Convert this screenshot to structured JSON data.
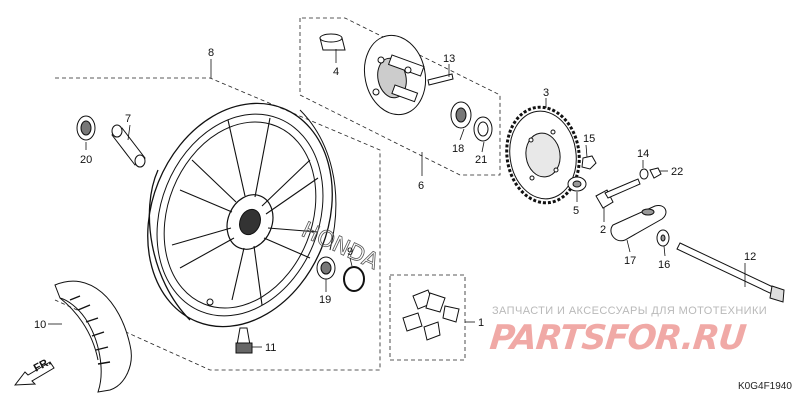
{
  "diagram": {
    "watermark": {
      "tagline": "ЗАПЧАСТИ И АКСЕССУАРЫ ДЛЯ МОТОТЕХНИКИ",
      "site": "PARTSFOR.RU"
    },
    "direction_label": "FR.",
    "drawing_code": "K0G4F1940",
    "callouts": [
      {
        "n": "1"
      },
      {
        "n": "2"
      },
      {
        "n": "3"
      },
      {
        "n": "4"
      },
      {
        "n": "5"
      },
      {
        "n": "6"
      },
      {
        "n": "7"
      },
      {
        "n": "8"
      },
      {
        "n": "9"
      },
      {
        "n": "10"
      },
      {
        "n": "11"
      },
      {
        "n": "12"
      },
      {
        "n": "13"
      },
      {
        "n": "14"
      },
      {
        "n": "15"
      },
      {
        "n": "16"
      },
      {
        "n": "17"
      },
      {
        "n": "18"
      },
      {
        "n": "19"
      },
      {
        "n": "20"
      },
      {
        "n": "21"
      },
      {
        "n": "22"
      }
    ]
  }
}
